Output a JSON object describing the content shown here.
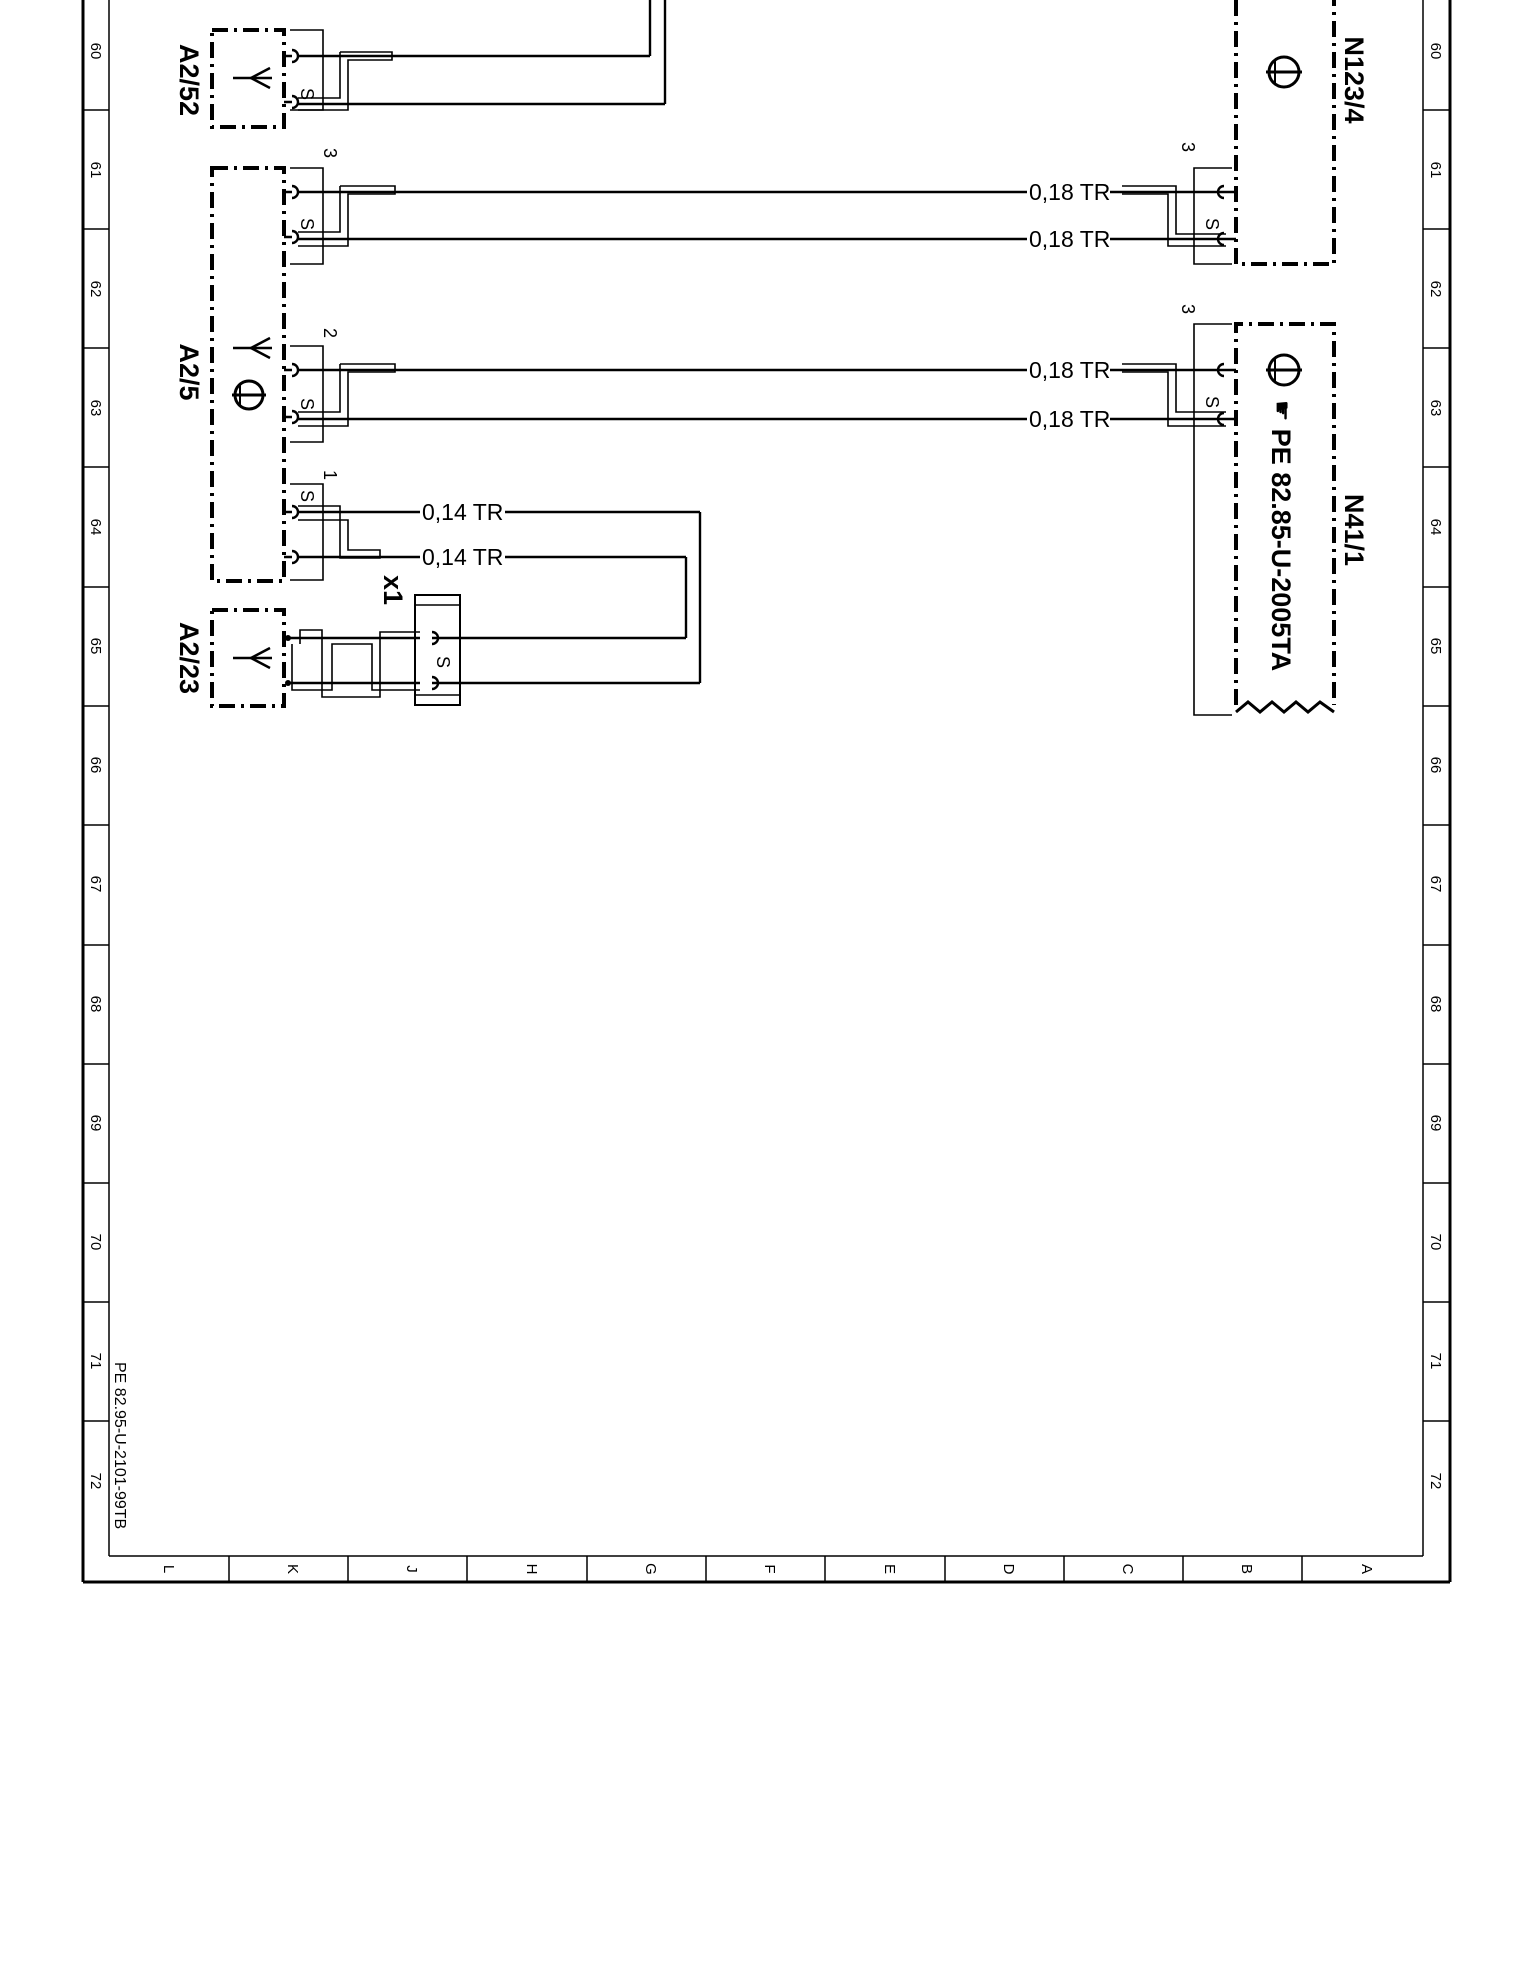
{
  "sheet": {
    "row_numbers": [
      "60",
      "61",
      "62",
      "63",
      "64",
      "65",
      "66",
      "67",
      "68",
      "69",
      "70",
      "71",
      "72"
    ],
    "column_letters": [
      "L",
      "K",
      "J",
      "H",
      "G",
      "F",
      "E",
      "D",
      "C",
      "B",
      "A"
    ],
    "document_reference": "PE 82.95-U-2101-99TB"
  },
  "components": {
    "a2_52": "A2/52",
    "a2_5": "A2/5",
    "a2_23": "A2/23",
    "x1": "x1",
    "n123_4": "N123/4",
    "n41_1": "N41/1",
    "n41_1_reference": "PE 82.85-U-2005TA"
  },
  "connector_pins": {
    "a2_5_upper": "3",
    "a2_5_middle": "2",
    "a2_5_lower": "1",
    "n123_4": "3",
    "n41_1": "3"
  },
  "shield_symbol": "S",
  "wires": {
    "w61_upper": "0,18  TR",
    "w61_lower": "0,18  TR",
    "w63_upper": "0,18  TR",
    "w63_lower": "0,18  TR",
    "w64_upper": "0,14  TR",
    "w64_lower": "0,14  TR"
  },
  "icons": {
    "antenna": "antenna-symbol",
    "amplifier": "amplifier-circle-symbol",
    "reference": "pointing-hand-icon"
  }
}
